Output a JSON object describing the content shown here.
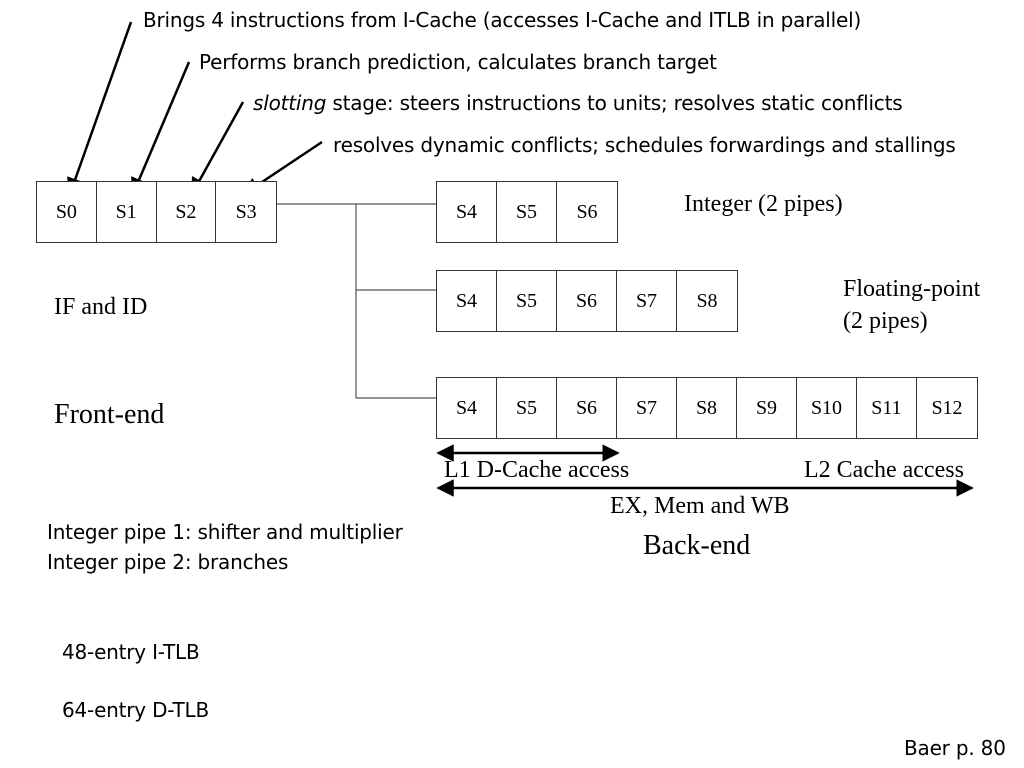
{
  "annotations": {
    "s0": "Brings 4 instructions from I-Cache (accesses I-Cache and ITLB in parallel)",
    "s1": "Performs branch prediction, calculates branch target",
    "s2_italic": "slotting",
    "s2_rest": " stage: steers instructions to units; resolves static conflicts",
    "s3": "resolves dynamic conflicts; schedules forwardings and stallings"
  },
  "front_end": {
    "stages": [
      "S0",
      "S1",
      "S2",
      "S3"
    ],
    "sub_label": "IF and ID",
    "label": "Front-end"
  },
  "pipes": {
    "integer": {
      "stages": [
        "S4",
        "S5",
        "S6"
      ],
      "label": "Integer (2 pipes)"
    },
    "floating_point": {
      "stages": [
        "S4",
        "S5",
        "S6",
        "S7",
        "S8"
      ],
      "label_line1": "Floating-point",
      "label_line2": "(2 pipes)"
    },
    "memory": {
      "stages": [
        "S4",
        "S5",
        "S6",
        "S7",
        "S8",
        "S9",
        "S10",
        "S11",
        "S12"
      ]
    }
  },
  "ranges": {
    "l1": "L1 D-Cache access",
    "l2": "L2 Cache access",
    "ex": "EX, Mem and WB",
    "back_end": "Back-end"
  },
  "notes": {
    "int_pipe_1": "Integer pipe 1: shifter and multiplier",
    "int_pipe_2": "Integer pipe 2: branches",
    "itlb": "48-entry I-TLB",
    "dtlb": "64-entry D-TLB",
    "citation": "Baer p. 80"
  }
}
